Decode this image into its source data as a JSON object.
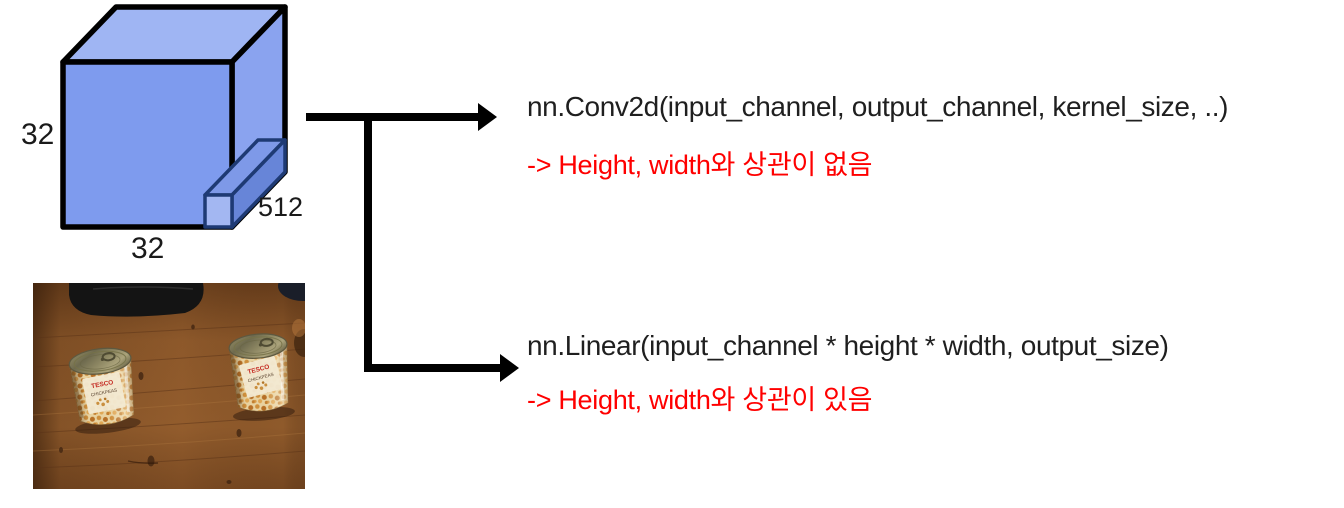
{
  "cube": {
    "height_label": "32",
    "width_label": "32",
    "depth_label": "512",
    "colors": {
      "top": "#9FB5F3",
      "side": "#8AA3EF",
      "front": "#7E9BEE",
      "outline": "#000000",
      "slice_top": "#7E99E8",
      "slice_side": "#6785D8",
      "slice_front": "#A3B7F2",
      "slice_outline": "#1E3A74"
    }
  },
  "branches": [
    {
      "code": "nn.Conv2d(input_channel, output_channel, kernel_size, ..)",
      "note": "-> Height, width와 상관이 없음"
    },
    {
      "code": "nn.Linear(input_channel * height * width, output_size)",
      "note": "-> Height, width와 상관이 있음"
    }
  ],
  "colors": {
    "code_text": "#1F1F1F",
    "note_text": "#FF0000",
    "arrow": "#000000",
    "background": "#FFFFFF"
  },
  "photo": {
    "can_brand": "TESCO",
    "can_product": "CHICKPEAS"
  }
}
